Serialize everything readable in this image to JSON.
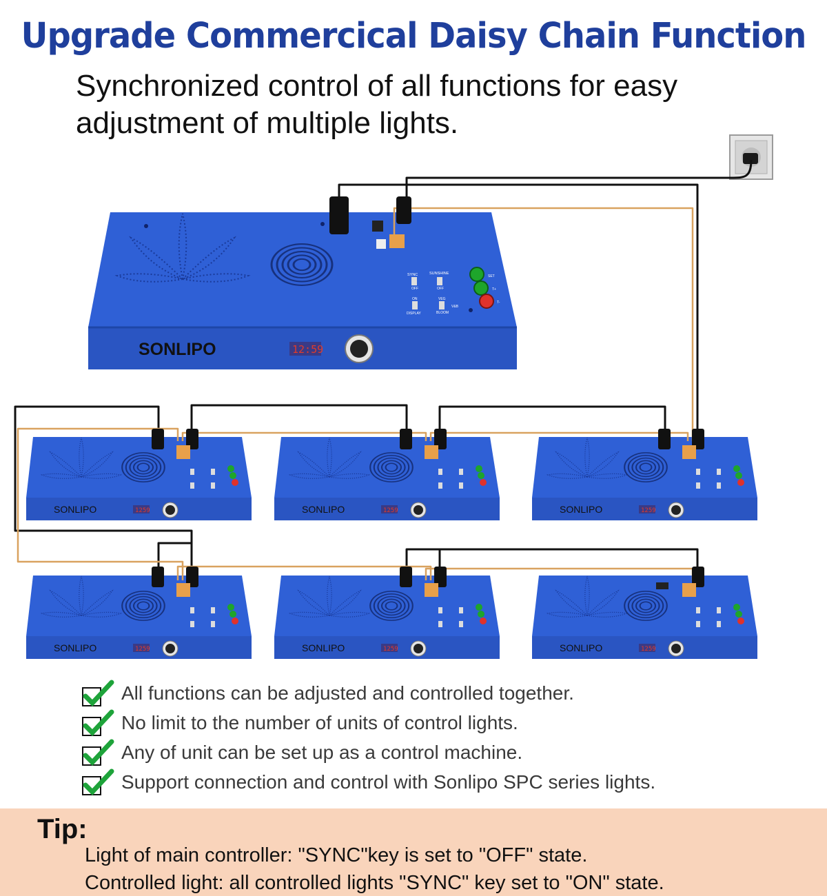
{
  "header": {
    "title": "Upgrade Commercical Daisy Chain Function",
    "subtitle": "Synchronized control of all functions for easy adjustment of multiple lights."
  },
  "diagram": {
    "brand": "SONLIPO",
    "display_main": "12:59",
    "display_small": "1259",
    "switch_labels": {
      "sync": "SYNC",
      "sunshine": "SUNSHINE",
      "on": "ON",
      "off": "OFF",
      "display": "DISPLAY",
      "veg": "VEG",
      "veg_bloom": "V&B",
      "bloom": "BLOOM",
      "set": "SET",
      "t_plus": "T+",
      "t_minus": "T-"
    }
  },
  "features": [
    "All functions can be adjusted and controlled together.",
    "No limit to the number of units of control lights.",
    "Any of unit can be set up as a control machine.",
    "Support connection and control with Sonlipo SPC series lights."
  ],
  "tip": {
    "title": "Tip:",
    "lines": [
      "Light of main controller: \"SYNC\"key is set to \"OFF\" state.",
      "Controlled light: all controlled lights \"SYNC\" key set to \"ON\" state."
    ]
  },
  "colors": {
    "title_blue": "#1f3f9c",
    "panel_blue": "#2d5fd6",
    "panel_front": "#2a56c4",
    "power_cable": "#111111",
    "sync_cable": "#d9a25f",
    "check_green": "#1ea33a",
    "tip_background": "#f9d4bb",
    "display_red": "#e23b2a"
  }
}
